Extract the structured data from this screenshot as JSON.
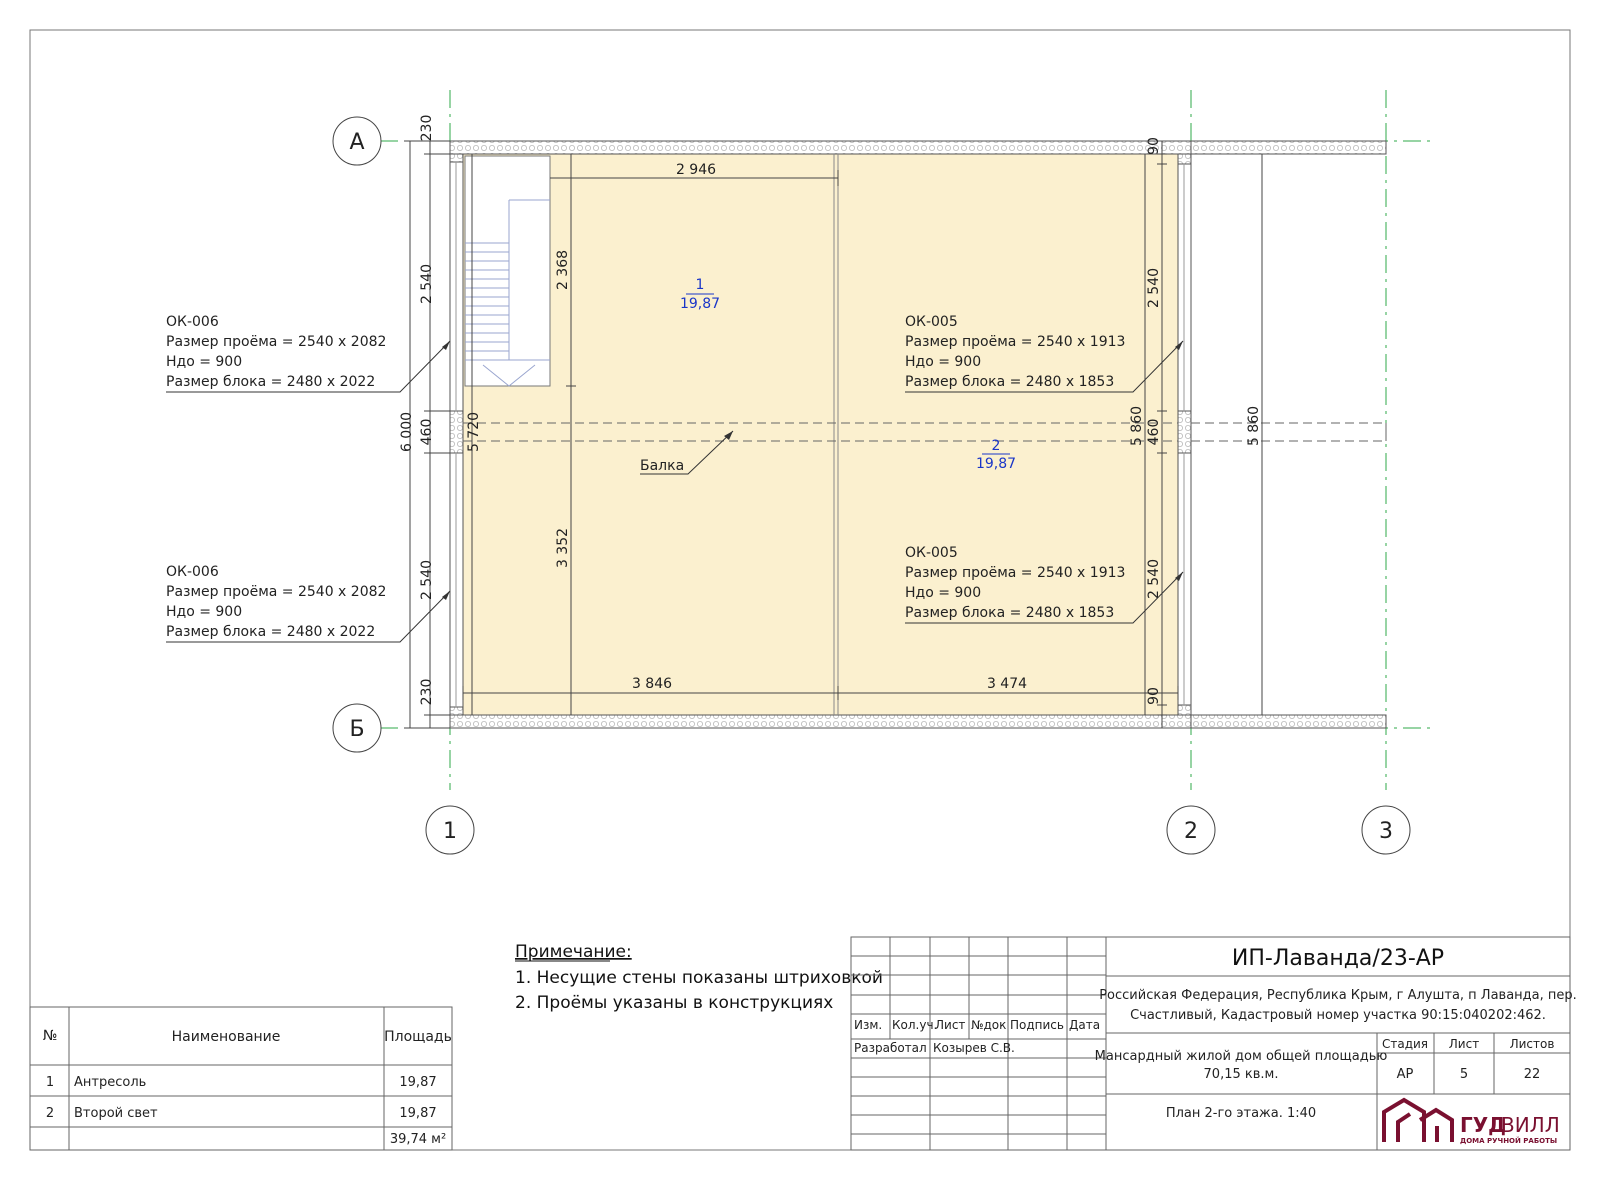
{
  "axes": {
    "rows": [
      "А",
      "Б"
    ],
    "cols": [
      "1",
      "2",
      "3"
    ]
  },
  "dimensions": {
    "left": [
      "230",
      "2 540",
      "460",
      "2 540",
      "230"
    ],
    "overall_height": "6 000",
    "inner_left": "5 720",
    "stair_height": "2 368",
    "lower_height": "3 352",
    "top_width": "2 946",
    "bottom_left": "3 846",
    "bottom_right": "3 474",
    "right_inner": [
      "90",
      "2 540",
      "460",
      "2 540",
      "90"
    ],
    "right_inner_total": "5 860",
    "right_outer_total": "5 860"
  },
  "rooms": [
    {
      "number": "1",
      "area": "19,87"
    },
    {
      "number": "2",
      "area": "19,87"
    }
  ],
  "beam_label": "Балка",
  "windows": [
    {
      "mark": "ОК-006",
      "opening": "Размер проёма = 2540 х 2082",
      "sill": "Hдо = 900",
      "block": "Размер блока = 2480 х 2022"
    },
    {
      "mark": "ОК-006",
      "opening": "Размер проёма = 2540 х 2082",
      "sill": "Hдо = 900",
      "block": "Размер блока = 2480 х 2022"
    },
    {
      "mark": "ОК-005",
      "opening": "Размер проёма = 2540 х 1913",
      "sill": "Hдо = 900",
      "block": "Размер блока = 2480 х 1853"
    },
    {
      "mark": "ОК-005",
      "opening": "Размер проёма = 2540 х 1913",
      "sill": "Hдо = 900",
      "block": "Размер блока = 2480 х 1853"
    }
  ],
  "notes": {
    "title": "Примечание:",
    "items": [
      "1. Несущие стены показаны штриховкой",
      "2. Проёмы указаны в конструкциях"
    ]
  },
  "explication": {
    "headers": [
      "№",
      "Наименование",
      "Площадь"
    ],
    "rows": [
      {
        "n": "1",
        "name": "Антресоль",
        "area": "19,87"
      },
      {
        "n": "2",
        "name": "Второй свет",
        "area": "19,87"
      }
    ],
    "total": "39,74 м²"
  },
  "title_block": {
    "code": "ИП-Лаванда/23-АР",
    "address_1": "Российская Федерация, Республика Крым, г Алушта, п Лаванда, пер.",
    "address_2": "Счастливый, Кадастровый номер участка 90:15:040202:462.",
    "object_1": "Мансардный жилой дом общей площадью",
    "object_2": "70,15 кв.м.",
    "sheet_title": "План 2-го этажа. 1:40",
    "stamp_headers": [
      "Изм.",
      "Кол.уч.",
      "Лист",
      "№док",
      "Подпись",
      "Дата"
    ],
    "developed_label": "Разработал",
    "developer": "Козырев С.В.",
    "stage_headers": [
      "Стадия",
      "Лист",
      "Листов"
    ],
    "stage_values": [
      "АР",
      "5",
      "22"
    ],
    "logo_text_1": "ГУД",
    "logo_text_2": "ВИЛЛ",
    "logo_subtitle": "ДОМА РУЧНОЙ РАБОТЫ"
  },
  "colors": {
    "floor_fill": "#fbf0cf",
    "axis_green": "#2fa84a",
    "room_label_blue": "#1a36c8",
    "logo_maroon": "#7a1030"
  }
}
